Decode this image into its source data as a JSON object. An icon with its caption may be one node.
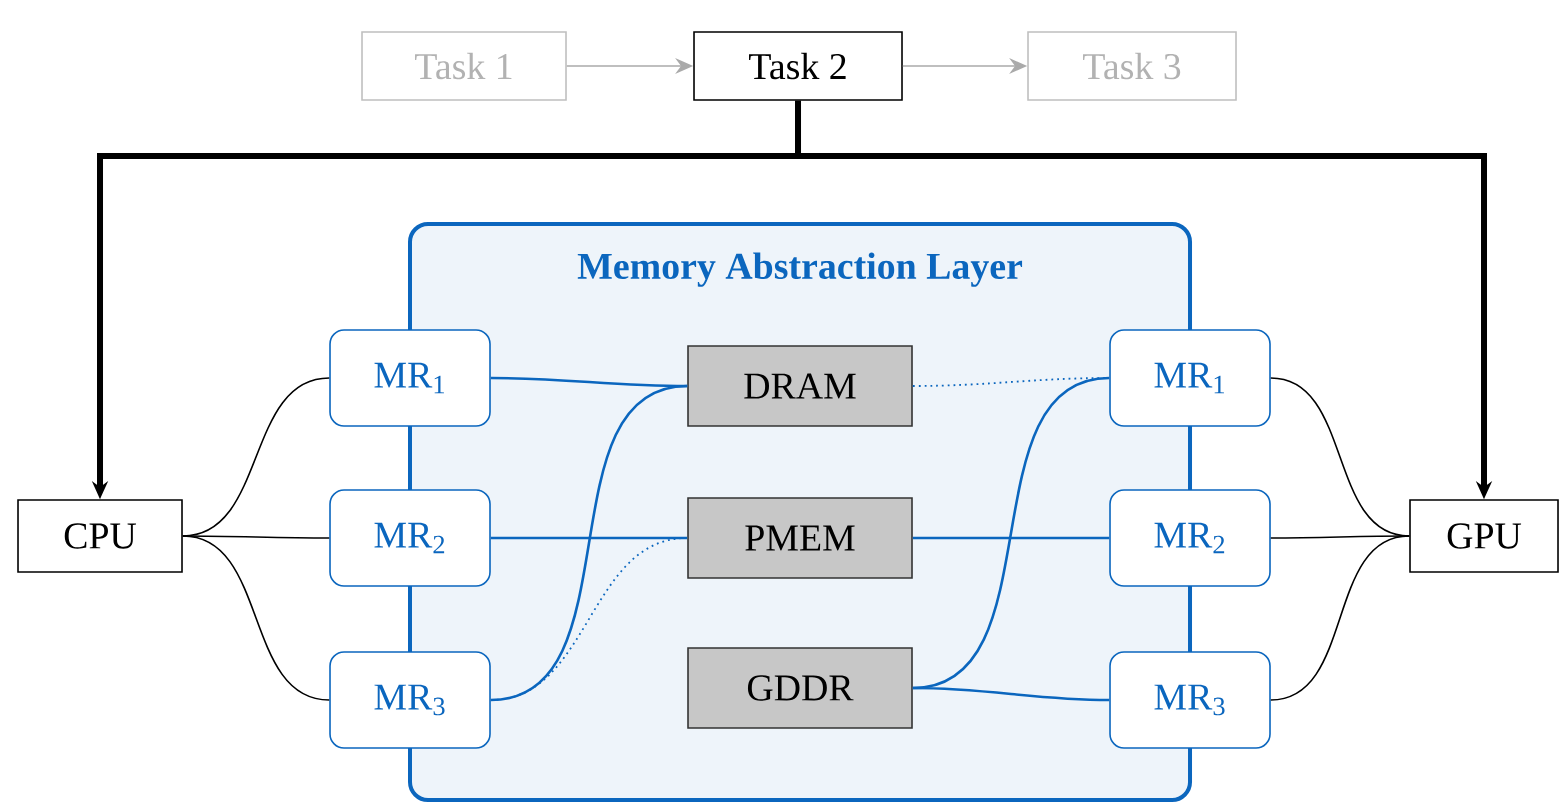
{
  "diagram": {
    "nodes": [
      {
        "text": [
          "Task 1"
        ]
      },
      {
        "text": [
          "Task 2"
        ]
      },
      {
        "text": [
          "Task 3"
        ]
      },
      {
        "text": [
          "CPU"
        ]
      },
      {
        "text": [
          "GPU"
        ]
      },
      {
        "text": [
          "Memory Abstraction Layer"
        ]
      },
      {
        "text": [
          "MR$_{1}$"
        ]
      },
      {
        "text": [
          "MR$_{2}$"
        ]
      },
      {
        "text": [
          "MR$_{3}$"
        ]
      },
      {
        "text": [
          "DRAM"
        ],
        "in": 5
      },
      {
        "text": [
          "PMEM"
        ],
        "in": 5
      },
      {
        "text": [
          "GDDR"
        ],
        "in": 5
      },
      {
        "text": [
          "MR$_{1}$"
        ]
      },
      {
        "text": [
          "MR$_{2}$"
        ]
      },
      {
        "text": [
          "MR$_{3}$"
        ]
      }
    ],
    "edges": [
      {
        "from": 0,
        "to": 1,
        "arrow": "to",
        "color": "#aaaaaa"
      },
      {
        "from": 1,
        "to": 2,
        "arrow": "to",
        "color": "#aaaaaa"
      },
      {
        "from": 1,
        "to": 3,
        "arrow": "to",
        "style": "thick"
      },
      {
        "from": 1,
        "to": 4,
        "arrow": "to",
        "style": "thick"
      },
      {
        "from": 3,
        "to": 6,
        "arrow": "none"
      },
      {
        "from": 3,
        "to": 7,
        "arrow": "none"
      },
      {
        "from": 3,
        "to": 8,
        "arrow": "none"
      },
      {
        "from": 6,
        "to": 9,
        "arrow": "none",
        "color": "#0b66be"
      },
      {
        "from": 8,
        "to": 9,
        "arrow": "none",
        "color": "#0b66be"
      },
      {
        "from": 7,
        "to": 10,
        "arrow": "none",
        "color": "#0b66be"
      },
      {
        "from": 8,
        "to": 10,
        "arrow": "none",
        "style": "dashed",
        "color": "#0b66be"
      },
      {
        "from": 9,
        "to": 12,
        "arrow": "none",
        "style": "dashed",
        "color": "#0b66be"
      },
      {
        "from": 10,
        "to": 13,
        "arrow": "none",
        "color": "#0b66be"
      },
      {
        "from": 11,
        "to": 12,
        "arrow": "none",
        "color": "#0b66be"
      },
      {
        "from": 11,
        "to": 14,
        "arrow": "none",
        "color": "#0b66be"
      },
      {
        "from": 12,
        "to": 4,
        "arrow": "none"
      },
      {
        "from": 13,
        "to": 4,
        "arrow": "none"
      },
      {
        "from": 14,
        "to": 4,
        "arrow": "none"
      }
    ]
  }
}
